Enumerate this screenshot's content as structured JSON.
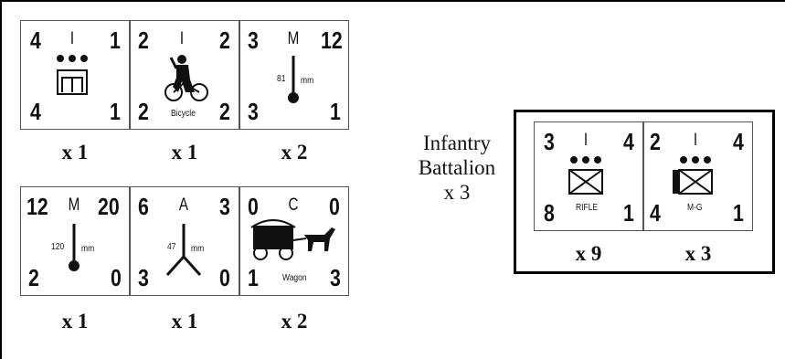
{
  "counters": [
    {
      "id": "hq",
      "top_left": "4",
      "top_right": "1",
      "bottom_left": "4",
      "bottom_right": "1",
      "size": "I",
      "multiplier": "x 1"
    },
    {
      "id": "bicycle",
      "top_left": "2",
      "top_right": "2",
      "bottom_left": "2",
      "bottom_right": "2",
      "size": "I",
      "caption": "Bicycle",
      "multiplier": "x 1"
    },
    {
      "id": "mortar81",
      "top_left": "3",
      "top_right": "12",
      "bottom_left": "3",
      "bottom_right": "1",
      "type": "M",
      "caliber": "81",
      "unit": "mm",
      "multiplier": "x 2"
    },
    {
      "id": "mortar120",
      "top_left": "12",
      "top_right": "20",
      "bottom_left": "2",
      "bottom_right": "0",
      "type": "M",
      "caliber": "120",
      "unit": "mm",
      "multiplier": "x 1"
    },
    {
      "id": "at47",
      "top_left": "6",
      "top_right": "3",
      "bottom_left": "3",
      "bottom_right": "0",
      "type": "A",
      "caliber": "47",
      "unit": "mm",
      "multiplier": "x 1"
    },
    {
      "id": "wagon",
      "top_left": "0",
      "top_right": "0",
      "bottom_left": "1",
      "bottom_right": "3",
      "type": "C",
      "caption": "Wagon",
      "multiplier": "x 2"
    },
    {
      "id": "rifle",
      "top_left": "3",
      "top_right": "4",
      "bottom_left": "8",
      "bottom_right": "1",
      "size": "I",
      "caption": "RIFLE",
      "multiplier": "x 9"
    },
    {
      "id": "mg",
      "top_left": "2",
      "top_right": "4",
      "bottom_left": "4",
      "bottom_right": "1",
      "size": "I",
      "caption": "M-G",
      "multiplier": "x 3"
    }
  ],
  "battalion_label": {
    "line1": "Infantry",
    "line2": "Battalion",
    "line3": "x 3"
  }
}
